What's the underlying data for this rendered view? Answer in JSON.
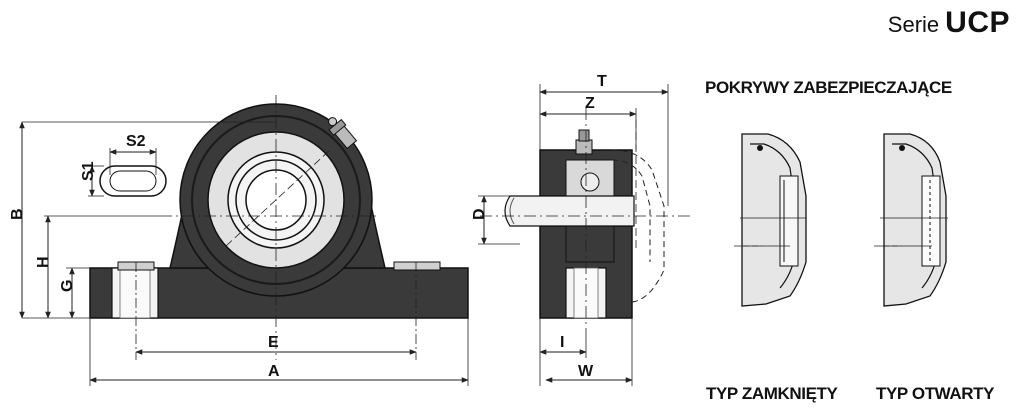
{
  "header": {
    "serie_label": "Serie",
    "serie_code": "UCP"
  },
  "covers": {
    "title": "POKRYWY ZABEZPIECZAJĄCE",
    "closed_label": "TYP ZAMKNIĘTY",
    "open_label": "TYP OTWARTY"
  },
  "dimensions": {
    "front": {
      "S2": "S2",
      "S1": "S1",
      "B": "B",
      "H": "H",
      "G": "G",
      "E": "E",
      "A": "A"
    },
    "side": {
      "T": "T",
      "Z": "Z",
      "D": "D",
      "I": "I",
      "W": "W"
    }
  },
  "colors": {
    "housing": "#3a3a3a",
    "shaft": "#f2f2f2",
    "insert": "#d9d9d9",
    "line": "#222222"
  }
}
